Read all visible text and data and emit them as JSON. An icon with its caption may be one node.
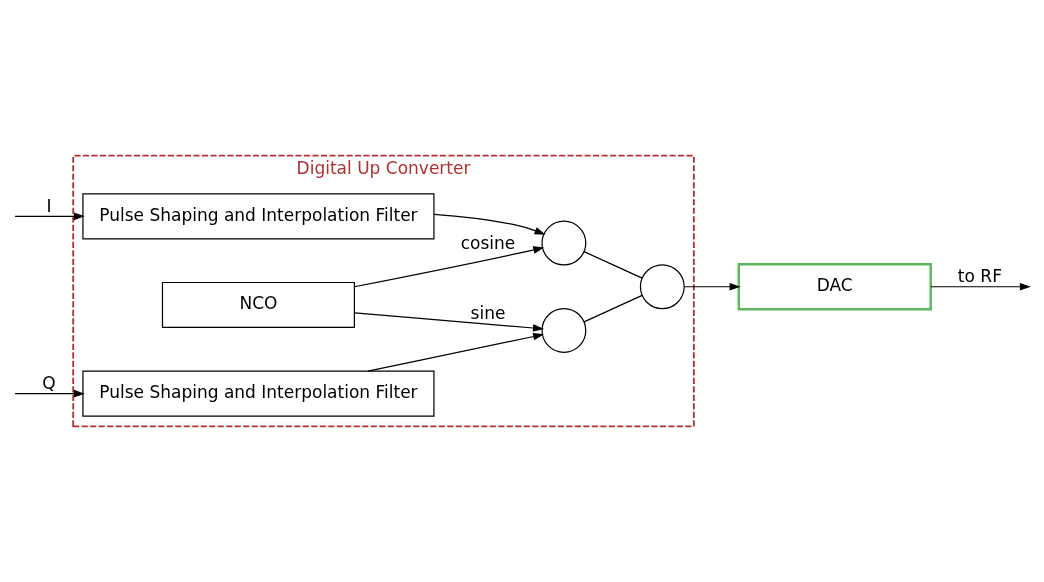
{
  "diagram": {
    "nodes": [
      {
        "text": [
          "Digital Up Converter"
        ]
      },
      {
        "text": [
          "Pulse Shaping and Interpolation Filter"
        ],
        "in": 0
      },
      {
        "text": [],
        "shape": "circle",
        "in": 0
      },
      {
        "text": [],
        "shape": "circle",
        "in": 0
      },
      {
        "text": [
          "Pulse Shaping and Interpolation Filter"
        ],
        "in": 0
      },
      {
        "text": [],
        "shape": "circle",
        "in": 0
      },
      {
        "text": [
          "NCO"
        ],
        "in": 0
      },
      {
        "text": [
          "DAC"
        ]
      }
    ],
    "edges": [
      {
        "from": null,
        "to": 1,
        "arrow": "to",
        "label": "I"
      },
      {
        "from": null,
        "to": 4,
        "arrow": "to",
        "label": "Q"
      },
      {
        "from": 1,
        "to": 2,
        "arrow": "to"
      },
      {
        "from": 4,
        "to": 5,
        "arrow": "to"
      },
      {
        "from": 6,
        "to": 2,
        "arrow": "to",
        "label": "cosine"
      },
      {
        "from": 6,
        "to": 5,
        "arrow": "to",
        "label": "sine"
      },
      {
        "from": 2,
        "to": 3,
        "arrow": "none"
      },
      {
        "from": 5,
        "to": 3,
        "arrow": "none"
      },
      {
        "from": 3,
        "to": 7,
        "arrow": "to"
      },
      {
        "from": 7,
        "to": null,
        "arrow": "to",
        "label": "to RF"
      }
    ]
  }
}
